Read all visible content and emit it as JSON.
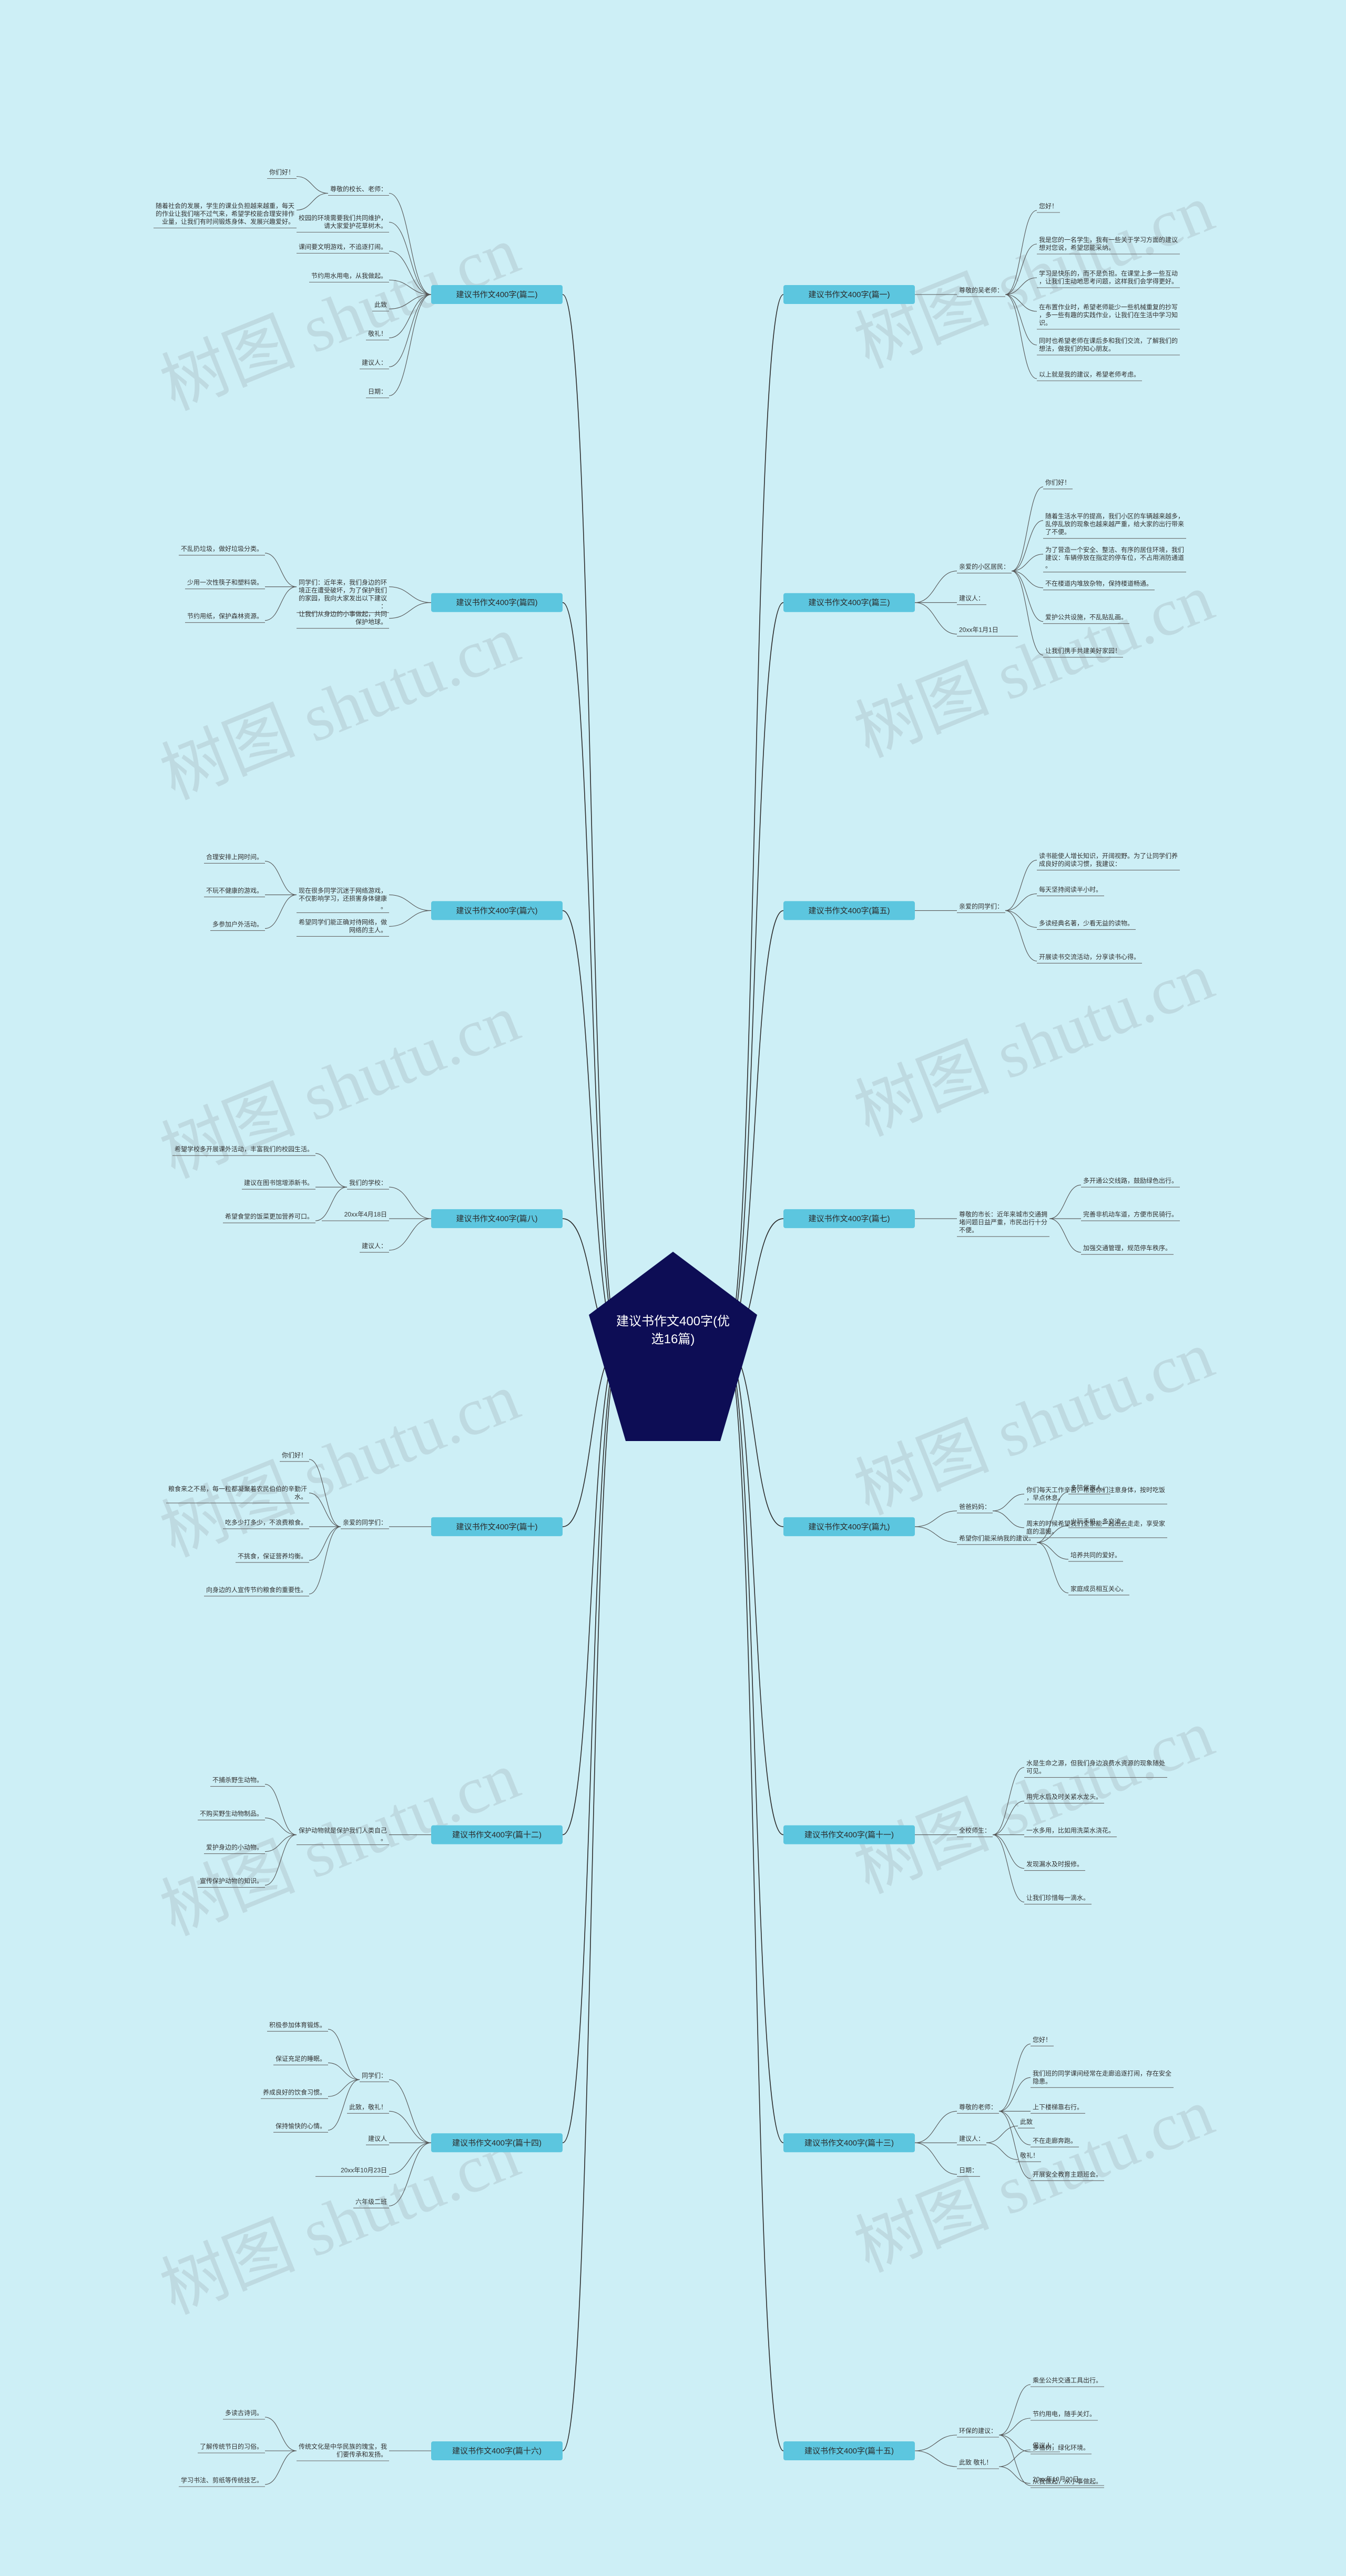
{
  "root": "建议书作文400字(优选16篇)",
  "watermark": "树图 shutu.cn",
  "colors": {
    "background": "#cdeff6",
    "root": "#0d0d55",
    "branch": "#5cc6df",
    "line": "#2b2b2b"
  },
  "branches": [
    {
      "label": "建议书作文400字(篇一)",
      "side": "right",
      "children": [
        {
          "text": "尊敬的吴老师：",
          "children": [
            {
              "text": "您好！"
            },
            {
              "text": "我是您的一名学生，我有一些关于学习方面的建议想对您说，希望您能采纳。"
            },
            {
              "text": "学习是快乐的，而不是负担。在课堂上多一些互动，让我们主动地思考问题，这样我们会学得更好。"
            },
            {
              "text": "在布置作业时，希望老师能少一些机械重复的抄写，多一些有趣的实践作业，让我们在生活中学习知识。"
            },
            {
              "text": "同时也希望老师在课后多和我们交流，了解我们的想法，做我们的知心朋友。"
            },
            {
              "text": "以上就是我的建议，希望老师考虑。"
            }
          ]
        }
      ]
    },
    {
      "label": "建议书作文400字(篇二)",
      "side": "left",
      "children": [
        {
          "text": "尊敬的校长、老师：",
          "children": [
            {
              "text": "你们好！"
            },
            {
              "text": "随着社会的发展，学生的课业负担越来越重，每天的作业让我们喘不过气来，希望学校能合理安排作业量，让我们有时间锻炼身体、发展兴趣爱好。"
            }
          ]
        },
        {
          "text": "校园的环境需要我们共同维护，请大家爱护花草树木。"
        },
        {
          "text": "课间要文明游戏，不追逐打闹。"
        },
        {
          "text": "节约用水用电，从我做起。"
        },
        {
          "text": "此致"
        },
        {
          "text": "敬礼！"
        },
        {
          "text": "建议人："
        },
        {
          "text": "日期："
        }
      ]
    },
    {
      "label": "建议书作文400字(篇三)",
      "side": "right",
      "children": [
        {
          "text": "亲爱的小区居民：",
          "children": [
            {
              "text": "你们好！"
            },
            {
              "text": "随着生活水平的提高，我们小区的车辆越来越多，乱停乱放的现象也越来越严重，给大家的出行带来了不便。"
            },
            {
              "text": "为了营造一个安全、整洁、有序的居住环境，我们建议：车辆停放在指定的停车位，不占用消防通道。"
            },
            {
              "text": "不在楼道内堆放杂物，保持楼道畅通。"
            },
            {
              "text": "爱护公共设施，不乱贴乱画。"
            },
            {
              "text": "让我们携手共建美好家园！"
            }
          ]
        },
        {
          "text": "建议人："
        },
        {
          "text": "20xx年1月1日"
        }
      ]
    },
    {
      "label": "建议书作文400字(篇四)",
      "side": "left",
      "children": [
        {
          "text": "同学们：近年来，我们身边的环境正在遭受破坏，为了保护我们的家园，我向大家发出以下建议：",
          "children": [
            {
              "text": "不乱扔垃圾，做好垃圾分类。"
            },
            {
              "text": "少用一次性筷子和塑料袋。"
            },
            {
              "text": "节约用纸，保护森林资源。"
            }
          ]
        },
        {
          "text": "让我们从身边的小事做起，共同保护地球。"
        }
      ]
    },
    {
      "label": "建议书作文400字(篇五)",
      "side": "right",
      "children": [
        {
          "text": "亲爱的同学们：",
          "children": [
            {
              "text": "读书能使人增长知识，开阔视野。为了让同学们养成良好的阅读习惯，我建议："
            },
            {
              "text": "每天坚持阅读半小时。"
            },
            {
              "text": "多读经典名著，少看无益的读物。"
            },
            {
              "text": "开展读书交流活动，分享读书心得。"
            }
          ]
        }
      ]
    },
    {
      "label": "建议书作文400字(篇六)",
      "side": "left",
      "children": [
        {
          "text": "现在很多同学沉迷于网络游戏，不仅影响学习，还损害身体健康。",
          "children": [
            {
              "text": "合理安排上网时间。"
            },
            {
              "text": "不玩不健康的游戏。"
            },
            {
              "text": "多参加户外活动。"
            }
          ]
        },
        {
          "text": "希望同学们能正确对待网络，做网络的主人。"
        }
      ]
    },
    {
      "label": "建议书作文400字(篇七)",
      "side": "right",
      "children": [
        {
          "text": "尊敬的市长：近年来城市交通拥堵问题日益严重，市民出行十分不便。",
          "children": [
            {
              "text": "多开通公交线路，鼓励绿色出行。"
            },
            {
              "text": "完善非机动车道，方便市民骑行。"
            },
            {
              "text": "加强交通管理，规范停车秩序。"
            }
          ]
        }
      ]
    },
    {
      "label": "建议书作文400字(篇八)",
      "side": "left",
      "children": [
        {
          "text": "我们的学校：",
          "children": [
            {
              "text": "希望学校多开展课外活动，丰富我们的校园生活。"
            },
            {
              "text": "建议在图书馆增添新书。"
            },
            {
              "text": "希望食堂的饭菜更加营养可口。"
            }
          ]
        },
        {
          "text": "20xx年4月18日"
        },
        {
          "text": "建议人："
        }
      ]
    },
    {
      "label": "建议书作文400字(篇九)",
      "side": "right",
      "children": [
        {
          "text": "爸爸妈妈：",
          "children": [
            {
              "text": "你们每天工作辛苦，希望你们注意身体，按时吃饭，早点休息。"
            },
            {
              "text": "周末的时候希望我们全家能一起出去走走，享受家庭的温暖。"
            }
          ]
        },
        {
          "text": "希望你们能采纳我的建议。",
          "children": [
            {
              "text": "多陪伴家人。"
            },
            {
              "text": "少玩手机，多交流。"
            },
            {
              "text": "培养共同的爱好。"
            },
            {
              "text": "家庭成员相互关心。"
            }
          ]
        }
      ]
    },
    {
      "label": "建议书作文400字(篇十)",
      "side": "left",
      "children": [
        {
          "text": "亲爱的同学们：",
          "children": [
            {
              "text": "你们好！"
            },
            {
              "text": "粮食来之不易，每一粒都凝聚着农民伯伯的辛勤汗水。"
            },
            {
              "text": "吃多少打多少，不浪费粮食。"
            },
            {
              "text": "不挑食，保证营养均衡。"
            },
            {
              "text": "向身边的人宣传节约粮食的重要性。"
            }
          ]
        }
      ]
    },
    {
      "label": "建议书作文400字(篇十一)",
      "side": "right",
      "children": [
        {
          "text": "全校师生：",
          "children": [
            {
              "text": "水是生命之源，但我们身边浪费水资源的现象随处可见。"
            },
            {
              "text": "用完水后及时关紧水龙头。"
            },
            {
              "text": "一水多用，比如用洗菜水浇花。"
            },
            {
              "text": "发现漏水及时报修。"
            },
            {
              "text": "让我们珍惜每一滴水。"
            }
          ]
        }
      ]
    },
    {
      "label": "建议书作文400字(篇十二)",
      "side": "left",
      "children": [
        {
          "text": "保护动物就是保护我们人类自己。",
          "children": [
            {
              "text": "不捕杀野生动物。"
            },
            {
              "text": "不购买野生动物制品。"
            },
            {
              "text": "爱护身边的小动物。"
            },
            {
              "text": "宣传保护动物的知识。"
            }
          ]
        }
      ]
    },
    {
      "label": "建议书作文400字(篇十三)",
      "side": "right",
      "children": [
        {
          "text": "尊敬的老师：",
          "children": [
            {
              "text": "您好！"
            },
            {
              "text": "我们班的同学课间经常在走廊追逐打闹，存在安全隐患。"
            },
            {
              "text": "上下楼梯靠右行。"
            },
            {
              "text": "不在走廊奔跑。"
            },
            {
              "text": "开展安全教育主题班会。"
            }
          ]
        },
        {
          "text": "建议人：",
          "children": [
            {
              "text": "此致"
            },
            {
              "text": "敬礼！"
            }
          ]
        },
        {
          "text": "日期："
        }
      ]
    },
    {
      "label": "建议书作文400字(篇十四)",
      "side": "left",
      "children": [
        {
          "text": "同学们：",
          "children": [
            {
              "text": "积极参加体育锻炼。"
            },
            {
              "text": "保证充足的睡眠。"
            },
            {
              "text": "养成良好的饮食习惯。"
            },
            {
              "text": "保持愉快的心情。"
            }
          ]
        },
        {
          "text": "此致，敬礼！"
        },
        {
          "text": "建议人"
        },
        {
          "text": "20xx年10月23日"
        },
        {
          "text": "六年级二班"
        }
      ]
    },
    {
      "label": "建议书作文400字(篇十五)",
      "side": "right",
      "children": [
        {
          "text": "环保的建议：",
          "children": [
            {
              "text": "乘坐公共交通工具出行。"
            },
            {
              "text": "节约用电，随手关灯。"
            },
            {
              "text": "多植树，绿化环境。"
            },
            {
              "text": "从我做起，从小事做起。"
            }
          ]
        },
        {
          "text": "此致 敬礼！",
          "children": [
            {
              "text": "倡议人："
            },
            {
              "text": "20xx年10月20日"
            }
          ]
        }
      ]
    },
    {
      "label": "建议书作文400字(篇十六)",
      "side": "left",
      "children": [
        {
          "text": "传统文化是中华民族的瑰宝，我们要传承和发扬。",
          "children": [
            {
              "text": "多读古诗词。"
            },
            {
              "text": "了解传统节日的习俗。"
            },
            {
              "text": "学习书法、剪纸等传统技艺。"
            }
          ]
        }
      ]
    }
  ]
}
